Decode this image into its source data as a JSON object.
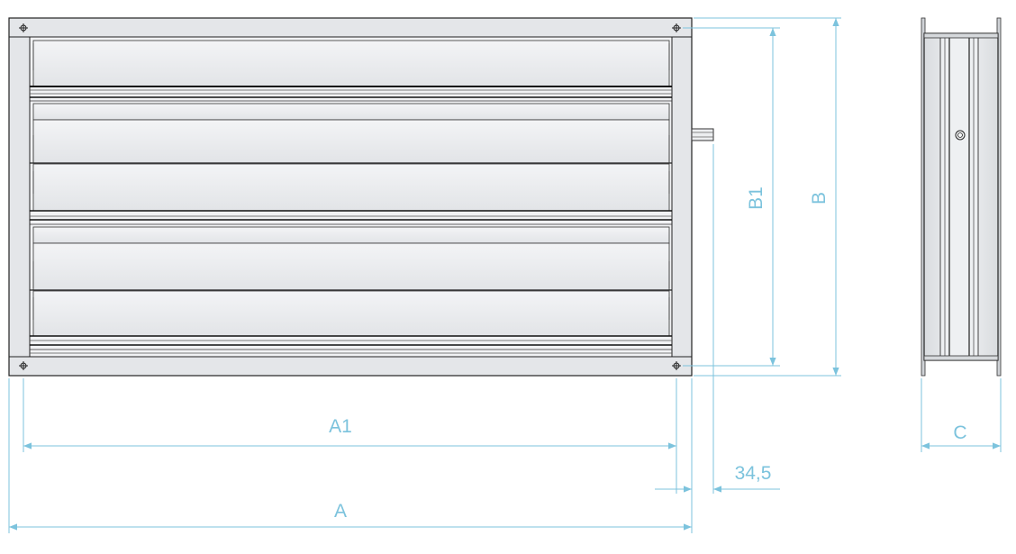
{
  "dimensions": {
    "a1": "A1",
    "a": "A",
    "b1": "B1",
    "b": "B",
    "c": "C",
    "offset": "34,5"
  },
  "colors": {
    "dimension_line": "#7cc3dd",
    "frame_fill": "#e4e6e9",
    "blade_fill": "#eef0f2",
    "outline": "#222222"
  },
  "front_view": {
    "blade_count": 3,
    "corner_screws": 4,
    "has_spindle": true
  },
  "side_view": {
    "has_center_screw": true
  }
}
